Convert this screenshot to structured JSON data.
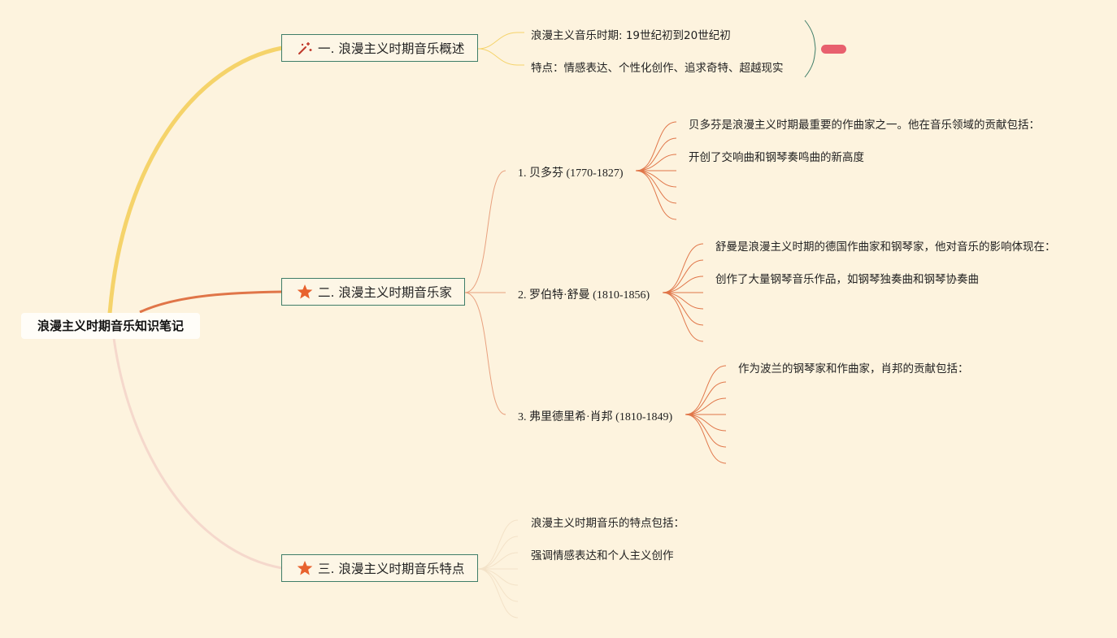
{
  "colors": {
    "background": "#fdf3de",
    "branch1": "#f5d36a",
    "branch2": "#e07548",
    "branch3": "#f5d8cc",
    "node_border": "#3f7d68",
    "tag": "#e8606e"
  },
  "root": {
    "title": "浪漫主义时期音乐知识笔记"
  },
  "sections": [
    {
      "icon": "wand-icon",
      "title": "一. 浪漫主义时期音乐概述",
      "items": [
        "浪漫主义音乐时期: 19世纪初到20世纪初",
        "特点：情感表达、个性化创作、追求奇特、超越现实"
      ]
    },
    {
      "icon": "star-icon",
      "title": "二. 浪漫主义时期音乐家",
      "composers": [
        {
          "name": "1. 贝多芬 (1770-1827)",
          "notes": [
            "贝多芬是浪漫主义时期最重要的作曲家之一。他在音乐领域的贡献包括：",
            "开创了交响曲和钢琴奏鸣曲的新高度"
          ]
        },
        {
          "name": "2. 罗伯特·舒曼 (1810-1856)",
          "notes": [
            "舒曼是浪漫主义时期的德国作曲家和钢琴家，他对音乐的影响体现在：",
            "创作了大量钢琴音乐作品，如钢琴独奏曲和钢琴协奏曲"
          ]
        },
        {
          "name": "3. 弗里德里希·肖邦 (1810-1849)",
          "notes": [
            "作为波兰的钢琴家和作曲家，肖邦的贡献包括："
          ]
        }
      ]
    },
    {
      "icon": "star-icon",
      "title": "三. 浪漫主义时期音乐特点",
      "items": [
        "浪漫主义时期音乐的特点包括：",
        "强调情感表达和个人主义创作"
      ]
    }
  ]
}
